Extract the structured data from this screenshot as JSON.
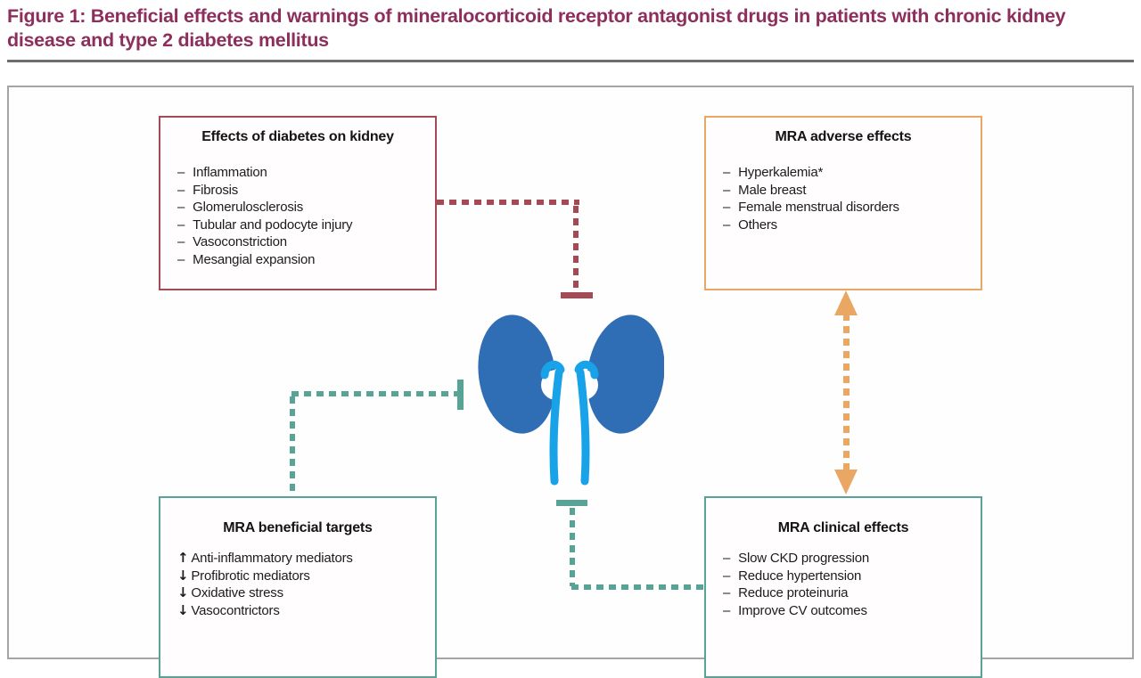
{
  "figure": {
    "title_line1": "Figure 1: Beneficial effects and warnings of mineralocorticoid receptor antagonist drugs in patients with chronic kidney",
    "title_line2": "disease and type 2 diabetes mellitus"
  },
  "bullet": {
    "dash": "–"
  },
  "colors": {
    "titleColor": "#8d2e5c",
    "maroon": "#a34a54",
    "orange": "#eaa763",
    "teal": "#57a396",
    "kidneyBlue": "#2f6db4",
    "ureterBlue": "#18a3e9",
    "outerBorder": "#a5a5a5",
    "dividerGray": "#6e6e6e",
    "textDark": "#1c1c1c"
  },
  "boxes": {
    "effects_diabetes": {
      "title": "Effects of diabetes on kidney",
      "items": [
        "Inflammation",
        "Fibrosis",
        "Glomerulosclerosis",
        "Tubular and podocyte injury",
        "Vasoconstriction",
        "Mesangial expansion"
      ]
    },
    "mra_adverse": {
      "title": "MRA adverse effects",
      "items": [
        "Hyperkalemia*",
        "Male breast",
        "Female menstrual disorders",
        "Others"
      ]
    },
    "mra_targets": {
      "title": "MRA beneficial targets",
      "arrows": [
        "↑",
        "↓",
        "↓",
        "↓"
      ],
      "items": [
        "Anti-inflammatory mediators",
        "Profibrotic mediators",
        "Oxidative stress",
        "Vasocontrictors"
      ]
    },
    "mra_clinical": {
      "title": "MRA clinical effects",
      "items": [
        "Slow CKD progression",
        "Reduce hypertension",
        "Reduce proteinuria",
        "Improve CV outcomes"
      ]
    }
  },
  "icons": {
    "kidney": "kidneys-illustration"
  }
}
